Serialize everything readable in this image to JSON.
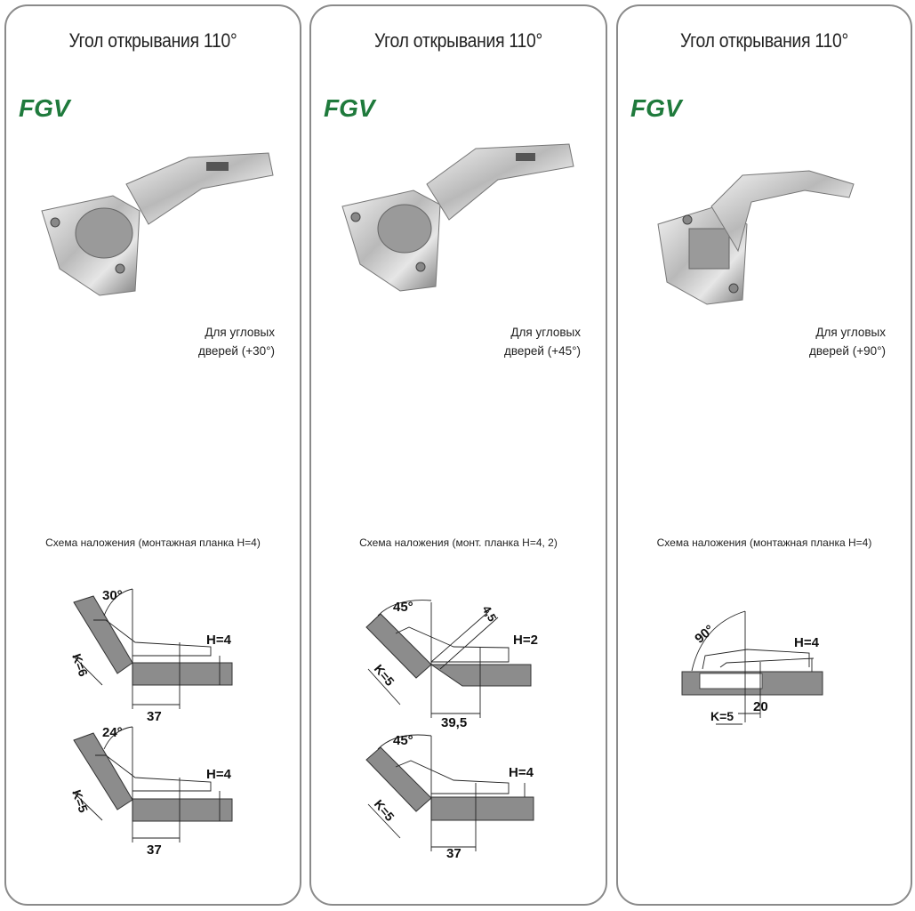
{
  "panels": [
    {
      "title": "Угол открывания  110°",
      "logo": "FGV",
      "caption_line1": "Для угловых",
      "caption_line2": "дверей (+30°)",
      "scheme_label": "Схема наложения (монтажная планка H=4)",
      "diagrams": [
        {
          "angle": "30°",
          "h": "H=4",
          "k": "K=6",
          "dim": "37"
        },
        {
          "angle": "24°",
          "h": "H=4",
          "k": "K=5",
          "dim": "37"
        }
      ]
    },
    {
      "title": "Угол открывания  110°",
      "logo": "FGV",
      "caption_line1": "Для угловых",
      "caption_line2": "дверей  (+45°)",
      "scheme_label": "Схема наложения (монт. планка H=4, 2)",
      "diagrams": [
        {
          "angle": "45°",
          "h": "H=2",
          "k": "K=5",
          "dim": "39,5",
          "extra": "4,5"
        },
        {
          "angle": "45°",
          "h": "H=4",
          "k": "K=5",
          "dim": "37"
        }
      ]
    },
    {
      "title": "Угол открывания 110°",
      "logo": "FGV",
      "caption_line1": "Для угловых",
      "caption_line2": "дверей (+90°)",
      "scheme_label": "Схема наложения (монтажная планка H=4)",
      "diagrams": [
        {
          "angle": "90°",
          "h": "H=4",
          "k": "K=5",
          "dim": "20"
        }
      ]
    }
  ],
  "colors": {
    "logo": "#1f7a3c",
    "border": "#8a8a8a",
    "slab": "#8c8c8c"
  }
}
